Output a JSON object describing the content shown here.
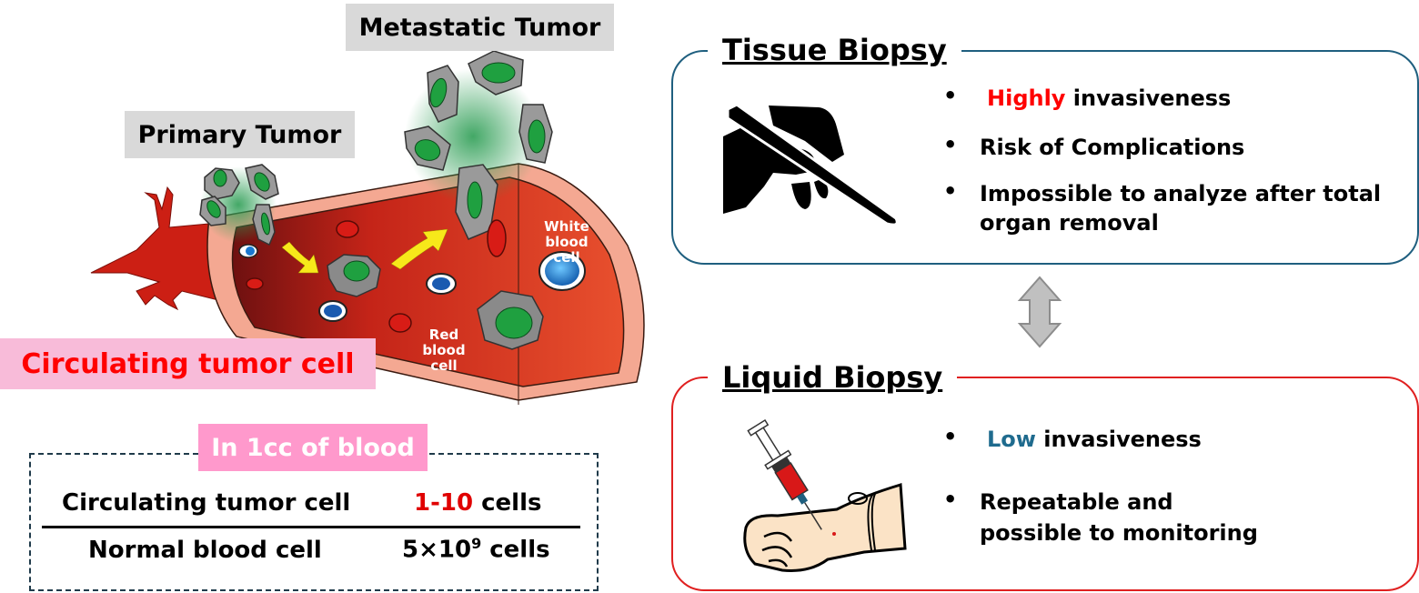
{
  "left_illustration": {
    "metastatic_label": "Metastatic Tumor",
    "primary_label": "Primary Tumor",
    "white_cell_label_line1": "White",
    "white_cell_label_line2": "blood cell",
    "red_cell_label_line1": "Red",
    "red_cell_label_line2": "blood cell",
    "ctc_banner": "Circulating tumor cell"
  },
  "blood_table": {
    "title": "In 1cc of blood",
    "rows": [
      {
        "label": "Circulating tumor cell",
        "value_highlight": "1-10",
        "value_rest": " cells"
      },
      {
        "label": "Normal blood cell",
        "value_base": "5×10",
        "value_exp": "9",
        "value_rest": " cells"
      }
    ]
  },
  "tissue_biopsy": {
    "title": "Tissue Biopsy",
    "border_color": "#1f5f7f",
    "bullets": [
      {
        "highlight": "Highly",
        "text": " invasiveness"
      },
      {
        "highlight": "",
        "text": "Risk of Complications"
      },
      {
        "highlight": "",
        "text": "Impossible to analyze after total",
        "text2": "organ removal"
      }
    ]
  },
  "liquid_biopsy": {
    "title": "Liquid Biopsy",
    "border_color": "#e02020",
    "bullets": [
      {
        "highlight": "Low",
        "text": " invasiveness"
      },
      {
        "highlight": "",
        "text": "Repeatable and",
        "text2": "possible to monitoring"
      }
    ]
  },
  "bullet_char": "•"
}
